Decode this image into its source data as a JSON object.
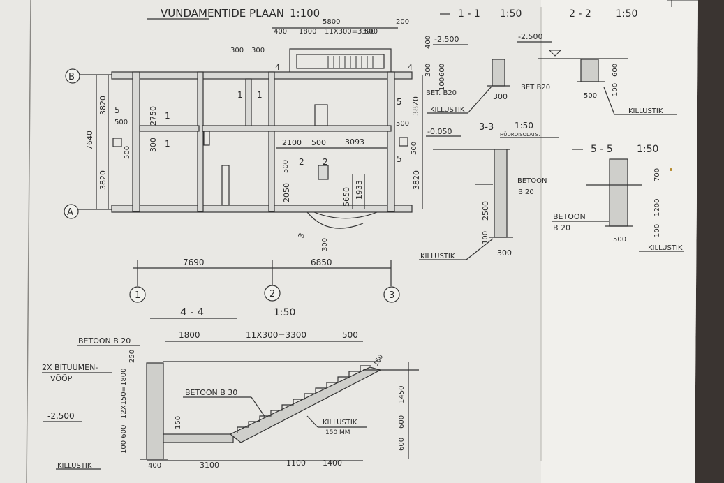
{
  "titles": {
    "plan": "VUNDAMENTIDE PLAAN",
    "plan_scale": "1:100",
    "s11": "1 - 1",
    "s11_scale": "1:50",
    "s22": "2 - 2",
    "s22_scale": "1:50",
    "s33": "3-3",
    "s33_scale": "1:50",
    "s44": "4  -  4",
    "s44_scale": "1:50",
    "s55": "5 - 5",
    "s55_scale": "1:50"
  },
  "plan": {
    "axes": {
      "a": "A",
      "b": "B",
      "x1": "1",
      "x2": "2",
      "x3": "3"
    },
    "section_marks": {
      "s1": "1",
      "s2": "2",
      "s3": "3",
      "s4": "4",
      "s5": "5"
    },
    "dims": {
      "top_total": "5800",
      "top_a": "400",
      "top_b": "1800",
      "top_c": "11X300=3300",
      "top_d": "500",
      "top_e": "200",
      "d300a": "300",
      "d300b": "300",
      "d7640": "7640",
      "d3820": "3820",
      "d500": "500",
      "d2750": "2750",
      "d2100": "2100",
      "d3093": "3093",
      "d2050": "2050",
      "d5650": "5650",
      "d1933": "1933",
      "d7690": "7690",
      "d6850": "6850"
    }
  },
  "sections": {
    "s11": {
      "level": "-2.500",
      "material": "BET. B20",
      "base": "KILLUSTIK",
      "d400": "400",
      "d600": "600",
      "d100": "100"
    },
    "s22": {
      "level": "-2.500",
      "material": "BET B20",
      "base": "KILLUSTIK"
    },
    "s33": {
      "level": "-0.050",
      "hydro": "HÜDROISOLATS.",
      "betoon": "BETOON",
      "grade": "B 20",
      "base": "KILLUSTIK",
      "d2500": "2500"
    },
    "s44": {
      "betoon_b20": "BETOON B 20",
      "betoon_b30": "BETOON B 30",
      "bitumen_1": "2X BITUUMEN-",
      "bitumen_2": "VÕÕP",
      "level": "-2.500",
      "base": "KILLUSTIK",
      "base_thickness": "150 MM",
      "d1800": "1800",
      "d_steps": "11X300=3300",
      "d250": "250",
      "d_risers": "12X150=1800",
      "d100_600": "100 600",
      "d150": "150",
      "d1450": "1450",
      "d3100": "3100",
      "d1100": "1100",
      "d1400": "1400"
    },
    "s55": {
      "betoon": "BETOON",
      "grade": "B 20",
      "base": "KILLUSTIK",
      "d700": "700",
      "d1200": "1200"
    }
  }
}
